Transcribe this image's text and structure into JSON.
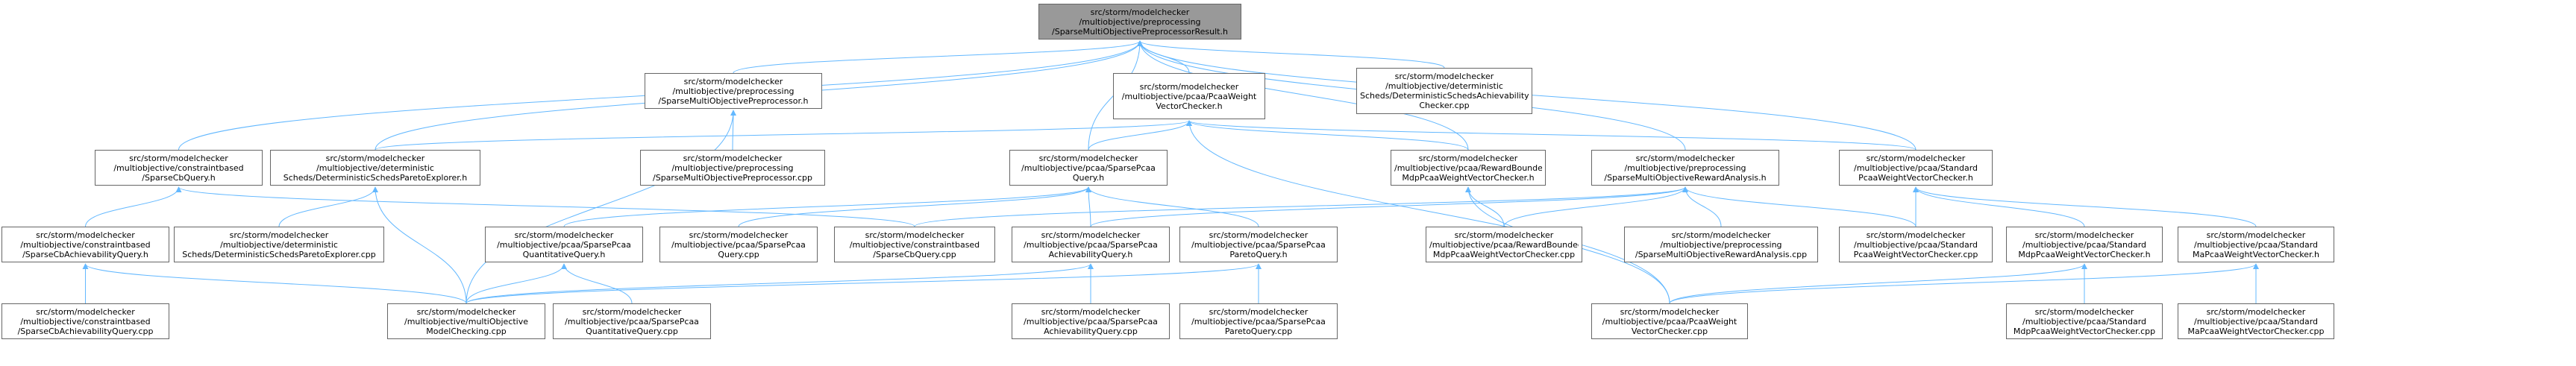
{
  "diagram": {
    "type": "include-dependency-graph",
    "edge_color": "#63b8ff",
    "node_fill": "#ffffff",
    "root_fill": "#999999",
    "node_border": "#666666",
    "nodes": [
      {
        "id": "n0",
        "root": true,
        "lines": [
          "src/storm/modelchecker",
          "/multiobjective/preprocessing",
          "/SparseMultiObjectivePreprocessorResult.h"
        ]
      },
      {
        "id": "n1",
        "lines": [
          "src/storm/modelchecker",
          "/multiobjective/constraintbased",
          "/SparseCbQuery.h"
        ]
      },
      {
        "id": "n2",
        "lines": [
          "src/storm/modelchecker",
          "/multiobjective/deterministic",
          "Scheds/DeterministicSchedsParetoExplorer.h"
        ]
      },
      {
        "id": "n3",
        "lines": [
          "src/storm/modelchecker",
          "/multiobjective/preprocessing",
          "/SparseMultiObjectivePreprocessor.h"
        ]
      },
      {
        "id": "n4",
        "lines": [
          "src/storm/modelchecker",
          "/multiobjective/pcaa/PcaaWeight",
          "VectorChecker.h"
        ]
      },
      {
        "id": "n5",
        "lines": [
          "src/storm/modelchecker",
          "/multiobjective/deterministic",
          "Scheds/DeterministicSchedsAchievability",
          "Checker.cpp"
        ]
      },
      {
        "id": "n6",
        "lines": [
          "src/storm/modelchecker",
          "/multiobjective/preprocessing",
          "/SparseMultiObjectivePreprocessor.cpp"
        ]
      },
      {
        "id": "n7",
        "lines": [
          "src/storm/modelchecker",
          "/multiobjective/pcaa/SparsePcaa",
          "Query.h"
        ]
      },
      {
        "id": "n8",
        "lines": [
          "src/storm/modelchecker",
          "/multiobjective/pcaa/RewardBounded",
          "MdpPcaaWeightVectorChecker.h"
        ]
      },
      {
        "id": "n9",
        "lines": [
          "src/storm/modelchecker",
          "/multiobjective/preprocessing",
          "/SparseMultiObjectiveRewardAnalysis.h"
        ]
      },
      {
        "id": "n10",
        "lines": [
          "src/storm/modelchecker",
          "/multiobjective/pcaa/Standard",
          "PcaaWeightVectorChecker.h"
        ]
      },
      {
        "id": "n11",
        "lines": [
          "src/storm/modelchecker",
          "/multiobjective/constraintbased",
          "/SparseCbAchievabilityQuery.h"
        ]
      },
      {
        "id": "n12",
        "lines": [
          "src/storm/modelchecker",
          "/multiobjective/deterministic",
          "Scheds/DeterministicSchedsParetoExplorer.cpp"
        ]
      },
      {
        "id": "n13",
        "lines": [
          "src/storm/modelchecker",
          "/multiobjective/pcaa/SparsePcaa",
          "QuantitativeQuery.h"
        ]
      },
      {
        "id": "n14",
        "lines": [
          "src/storm/modelchecker",
          "/multiobjective/pcaa/SparsePcaa",
          "Query.cpp"
        ]
      },
      {
        "id": "n15",
        "lines": [
          "src/storm/modelchecker",
          "/multiobjective/constraintbased",
          "/SparseCbQuery.cpp"
        ]
      },
      {
        "id": "n16",
        "lines": [
          "src/storm/modelchecker",
          "/multiobjective/pcaa/SparsePcaa",
          "AchievabilityQuery.h"
        ]
      },
      {
        "id": "n17",
        "lines": [
          "src/storm/modelchecker",
          "/multiobjective/pcaa/SparsePcaa",
          "ParetoQuery.h"
        ]
      },
      {
        "id": "n18",
        "lines": [
          "src/storm/modelchecker",
          "/multiobjective/pcaa/RewardBounded",
          "MdpPcaaWeightVectorChecker.cpp"
        ]
      },
      {
        "id": "n19",
        "lines": [
          "src/storm/modelchecker",
          "/multiobjective/preprocessing",
          "/SparseMultiObjectiveRewardAnalysis.cpp"
        ]
      },
      {
        "id": "n20",
        "lines": [
          "src/storm/modelchecker",
          "/multiobjective/pcaa/Standard",
          "PcaaWeightVectorChecker.cpp"
        ]
      },
      {
        "id": "n21",
        "lines": [
          "src/storm/modelchecker",
          "/multiobjective/pcaa/Standard",
          "MdpPcaaWeightVectorChecker.h"
        ]
      },
      {
        "id": "n22",
        "lines": [
          "src/storm/modelchecker",
          "/multiobjective/pcaa/Standard",
          "MaPcaaWeightVectorChecker.h"
        ]
      },
      {
        "id": "n23",
        "lines": [
          "src/storm/modelchecker",
          "/multiobjective/constraintbased",
          "/SparseCbAchievabilityQuery.cpp"
        ]
      },
      {
        "id": "n24",
        "lines": [
          "src/storm/modelchecker",
          "/multiobjective/multiObjective",
          "ModelChecking.cpp"
        ]
      },
      {
        "id": "n25",
        "lines": [
          "src/storm/modelchecker",
          "/multiobjective/pcaa/SparsePcaa",
          "QuantitativeQuery.cpp"
        ]
      },
      {
        "id": "n26",
        "lines": [
          "src/storm/modelchecker",
          "/multiobjective/pcaa/SparsePcaa",
          "AchievabilityQuery.cpp"
        ]
      },
      {
        "id": "n27",
        "lines": [
          "src/storm/modelchecker",
          "/multiobjective/pcaa/SparsePcaa",
          "ParetoQuery.cpp"
        ]
      },
      {
        "id": "n28",
        "lines": [
          "src/storm/modelchecker",
          "/multiobjective/pcaa/PcaaWeight",
          "VectorChecker.cpp"
        ]
      },
      {
        "id": "n29",
        "lines": [
          "src/storm/modelchecker",
          "/multiobjective/pcaa/Standard",
          "MdpPcaaWeightVectorChecker.cpp"
        ]
      },
      {
        "id": "n30",
        "lines": [
          "src/storm/modelchecker",
          "/multiobjective/pcaa/Standard",
          "MaPcaaWeightVectorChecker.cpp"
        ]
      }
    ],
    "edges": [
      [
        "n1",
        "n0"
      ],
      [
        "n2",
        "n0"
      ],
      [
        "n3",
        "n0"
      ],
      [
        "n4",
        "n0"
      ],
      [
        "n5",
        "n0"
      ],
      [
        "n7",
        "n0"
      ],
      [
        "n8",
        "n0"
      ],
      [
        "n9",
        "n0"
      ],
      [
        "n10",
        "n0"
      ],
      [
        "n6",
        "n3"
      ],
      [
        "n24",
        "n3"
      ],
      [
        "n2",
        "n4"
      ],
      [
        "n7",
        "n4"
      ],
      [
        "n8",
        "n4"
      ],
      [
        "n10",
        "n4"
      ],
      [
        "n28",
        "n4"
      ],
      [
        "n11",
        "n1"
      ],
      [
        "n15",
        "n1"
      ],
      [
        "n12",
        "n2"
      ],
      [
        "n24",
        "n2"
      ],
      [
        "n13",
        "n7"
      ],
      [
        "n14",
        "n7"
      ],
      [
        "n16",
        "n7"
      ],
      [
        "n17",
        "n7"
      ],
      [
        "n18",
        "n8"
      ],
      [
        "n28",
        "n8"
      ],
      [
        "n15",
        "n9"
      ],
      [
        "n16",
        "n9"
      ],
      [
        "n18",
        "n9"
      ],
      [
        "n19",
        "n9"
      ],
      [
        "n20",
        "n9"
      ],
      [
        "n20",
        "n10"
      ],
      [
        "n21",
        "n10"
      ],
      [
        "n22",
        "n10"
      ],
      [
        "n23",
        "n11"
      ],
      [
        "n24",
        "n11"
      ],
      [
        "n24",
        "n13"
      ],
      [
        "n25",
        "n13"
      ],
      [
        "n24",
        "n16"
      ],
      [
        "n26",
        "n16"
      ],
      [
        "n24",
        "n17"
      ],
      [
        "n27",
        "n17"
      ],
      [
        "n28",
        "n21"
      ],
      [
        "n29",
        "n21"
      ],
      [
        "n28",
        "n22"
      ],
      [
        "n30",
        "n22"
      ]
    ]
  }
}
